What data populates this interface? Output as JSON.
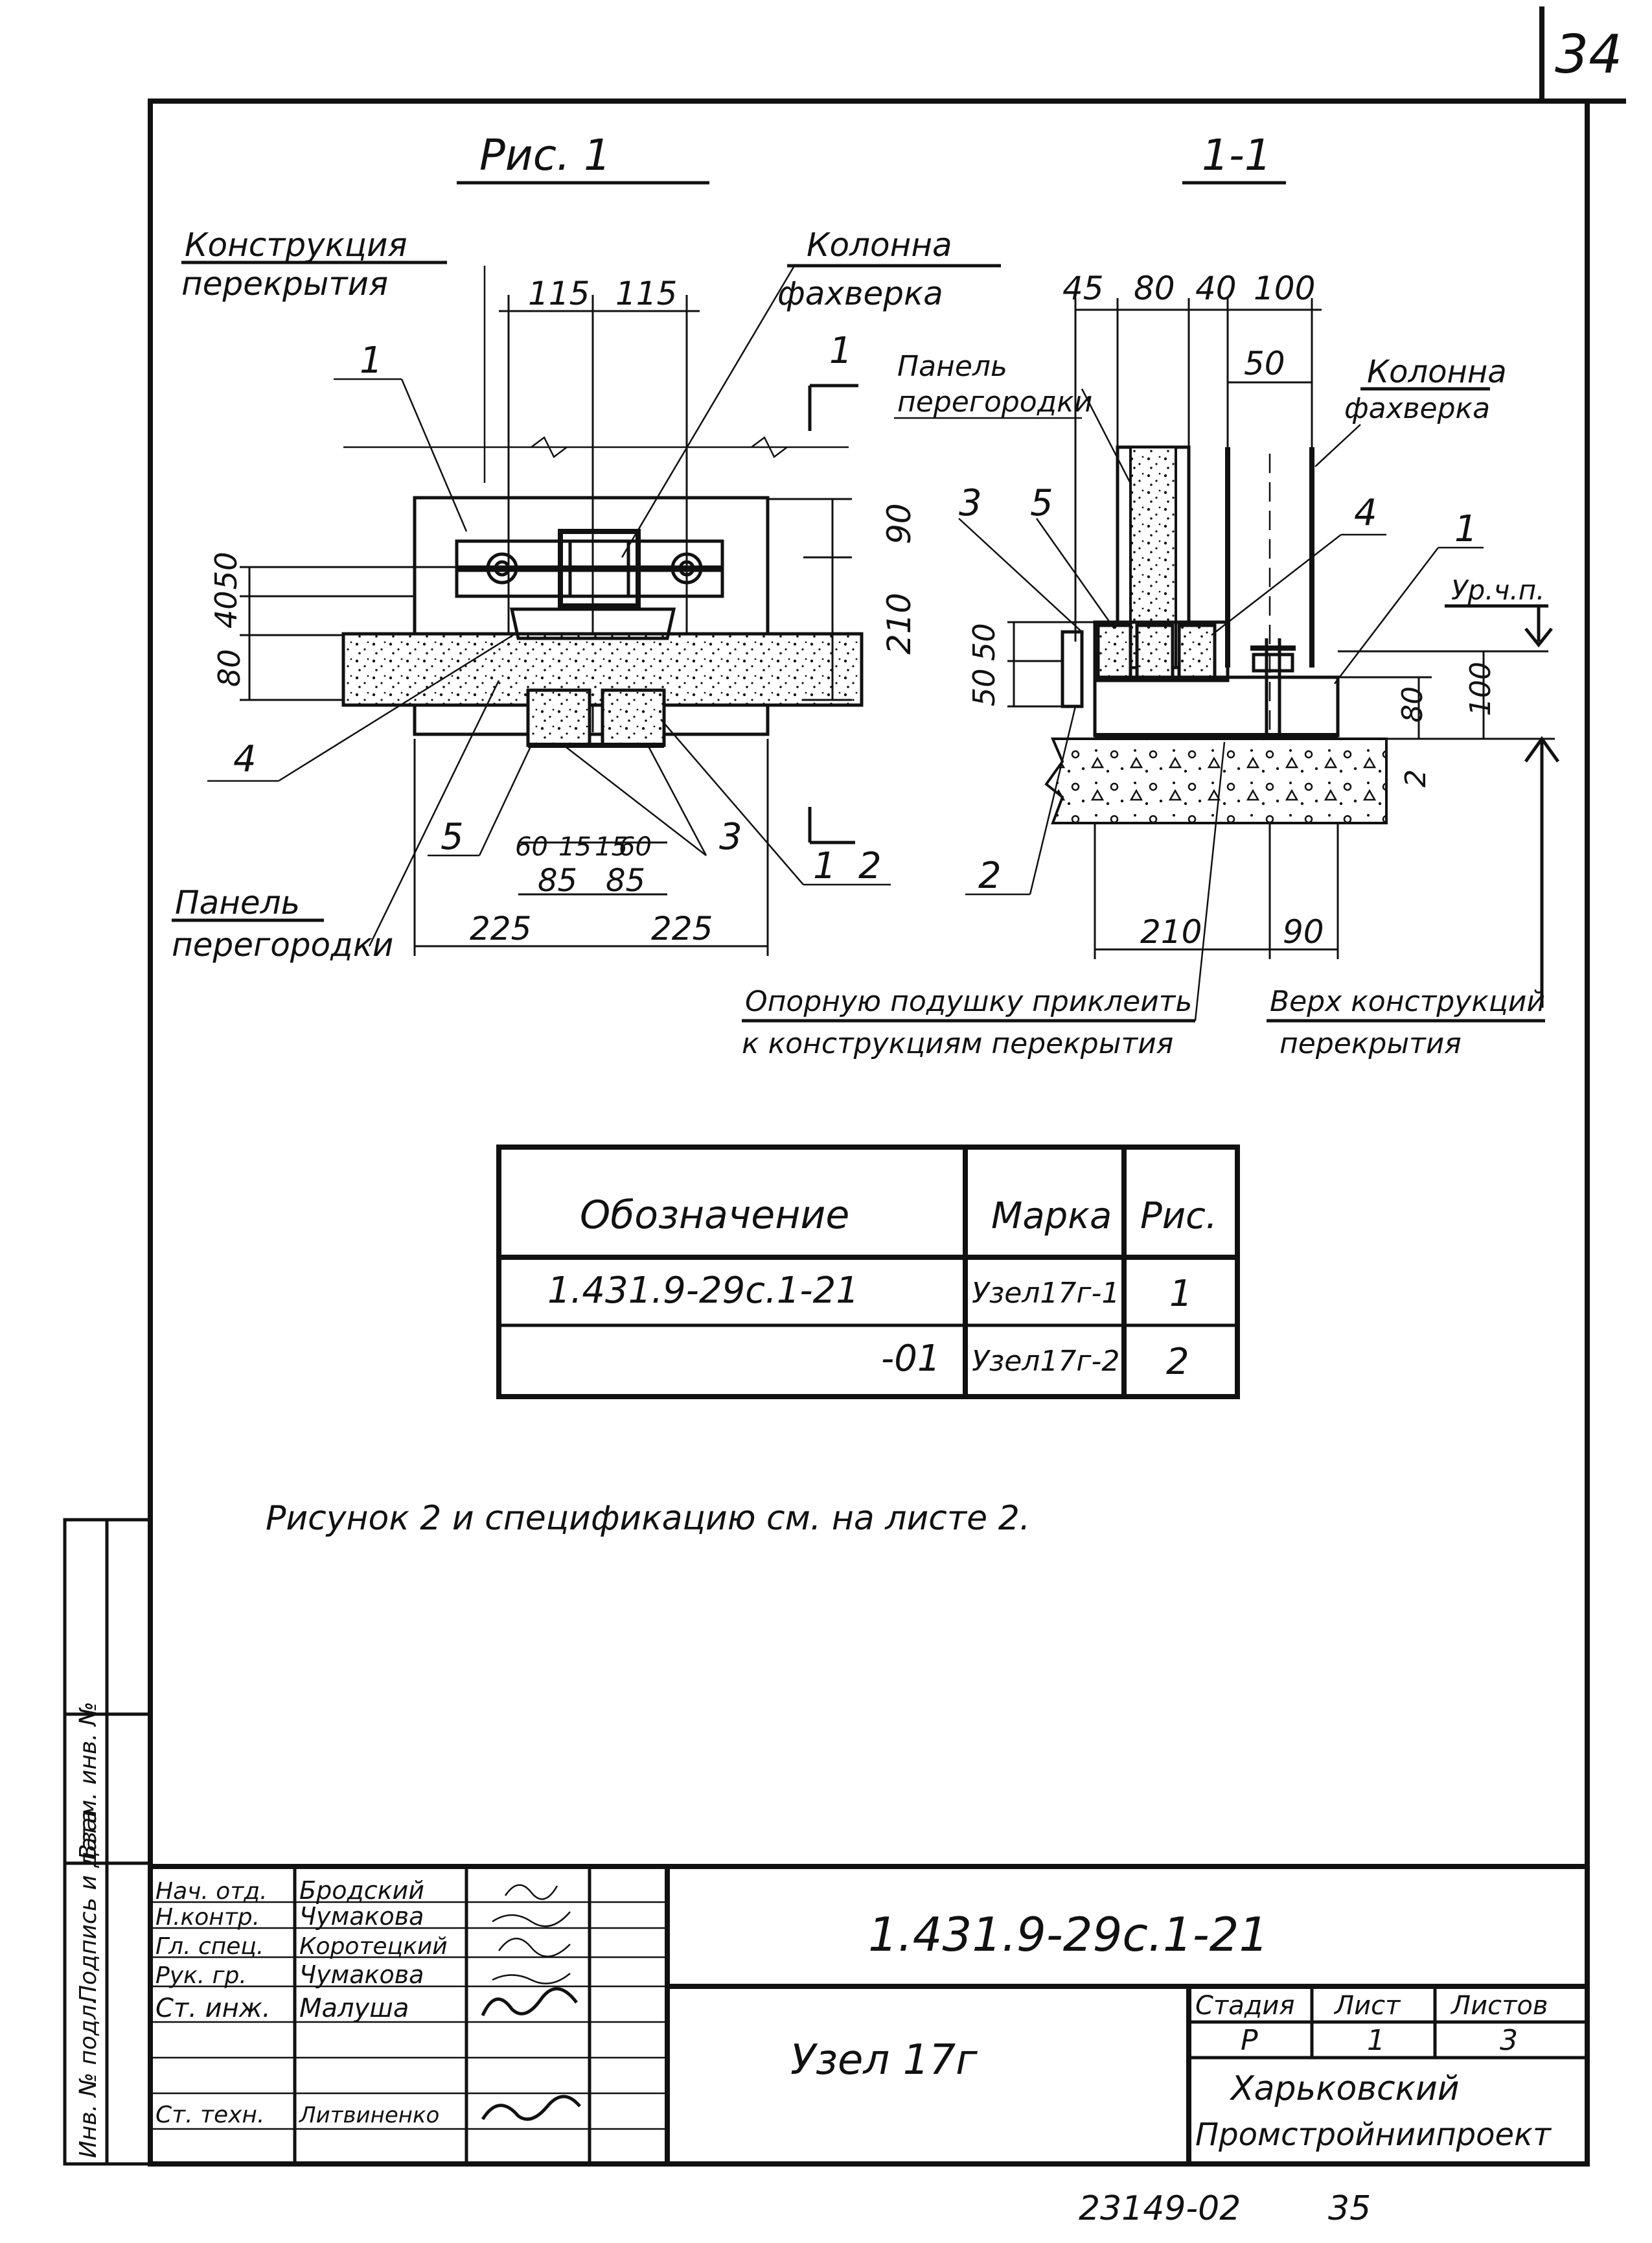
{
  "sheet_number": "34",
  "fig1": {
    "title": "Рис. 1",
    "label_structure": [
      "Конструкция",
      "перекрытия"
    ],
    "label_column": [
      "Колонна",
      "фахверка"
    ],
    "label_panel": [
      "Панель",
      "перегородки"
    ],
    "section_mark": "1",
    "dims_top": [
      "115",
      "115"
    ],
    "dims_left": [
      "80",
      "40",
      "50"
    ],
    "dims_right": [
      "90",
      "210"
    ],
    "dims_bottom_small": [
      "60",
      "15",
      "15",
      "60"
    ],
    "dims_bottom_mid": [
      "85",
      "85"
    ],
    "dims_bottom": [
      "225",
      "225"
    ],
    "callouts": [
      "1",
      "4",
      "5",
      "3",
      "1",
      "2"
    ]
  },
  "section": {
    "title": "1-1",
    "dims_top": [
      "45",
      "80",
      "40",
      "100"
    ],
    "dim_50": "50",
    "label_panel": [
      "Панель",
      "перегородки"
    ],
    "label_column": [
      "Колонна",
      "фахверка"
    ],
    "callouts": [
      "3",
      "5",
      "4",
      "1",
      "2"
    ],
    "dims_left": [
      "50",
      "50"
    ],
    "level_label": "Ур.ч.п.",
    "dims_right": [
      "80",
      "100",
      "2"
    ],
    "dims_bottom": [
      "210",
      "90"
    ]
  },
  "notes": {
    "glue": [
      "Опорную подушку приклеить",
      "к конструкциям перекрытия"
    ],
    "top_of_structure": [
      "Верх конструкций",
      "перекрытия"
    ],
    "see_sheet": "Рисунок 2 и спецификацию см. на листе 2."
  },
  "table": {
    "headers": [
      "Обозначение",
      "Марка",
      "Рис."
    ],
    "rows": [
      [
        "1.431.9-29с.1-21",
        "Узел17г-1",
        "1"
      ],
      [
        "-01",
        "Узел17г-2",
        "2"
      ]
    ]
  },
  "side_stamp": [
    "Инв. № подл.",
    "Подпись и дата",
    "Взам. инв. №"
  ],
  "title_block": {
    "roles": [
      "Нач. отд.",
      "Н.контр.",
      "Гл. спец.",
      "Рук. гр.",
      "Ст. инж.",
      "",
      "Ст. техн."
    ],
    "names": [
      "Бродский",
      "Чумакова",
      "Коротецкий",
      "Чумакова",
      "Малуша",
      "",
      "Литвиненко"
    ],
    "designation": "1.431.9-29с.1-21",
    "node_name": "Узел 17г",
    "stage_header": "Стадия",
    "sheet_header": "Лист",
    "sheets_header": "Листов",
    "stage": "Р",
    "sheet": "1",
    "sheets": "3",
    "org": [
      "Харьковский",
      "Промстройниипроект"
    ]
  },
  "footer": {
    "code": "23149-02",
    "page": "35"
  }
}
